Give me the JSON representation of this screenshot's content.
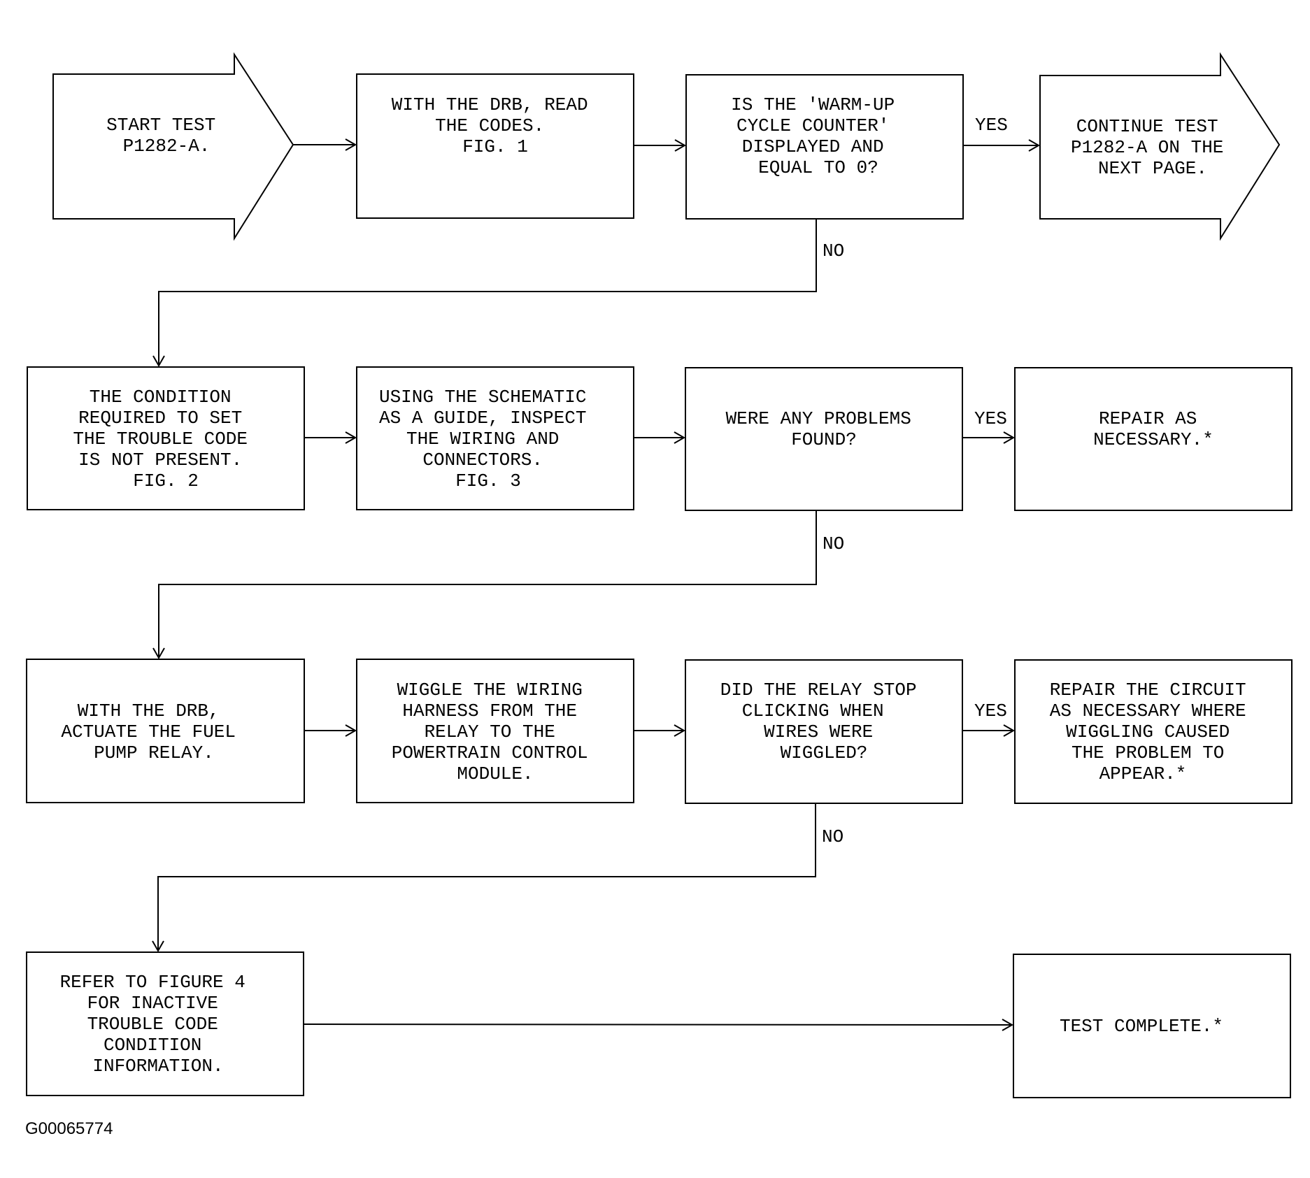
{
  "nodes": {
    "start": [
      "START TEST",
      "P1282-A."
    ],
    "read_codes": [
      "WITH THE DRB, READ",
      "THE CODES.",
      "",
      "FIG. 1"
    ],
    "warmup_q": [
      "IS THE 'WARM-UP",
      "CYCLE COUNTER'",
      "DISPLAYED AND",
      "EQUAL TO 0?"
    ],
    "continue": [
      "CONTINUE TEST",
      "P1282-A ON THE",
      "NEXT PAGE."
    ],
    "condition": [
      "THE CONDITION",
      "REQUIRED TO SET",
      "THE TROUBLE CODE",
      "IS NOT PRESENT.",
      "FIG. 2"
    ],
    "inspect": [
      "USING THE SCHEMATIC",
      "AS A GUIDE, INSPECT",
      "THE WIRING AND",
      "CONNECTORS.",
      "FIG. 3"
    ],
    "problems_q": [
      "WERE ANY PROBLEMS",
      "FOUND?"
    ],
    "repair1": [
      "REPAIR AS",
      "NECESSARY.*"
    ],
    "actuate": [
      "WITH THE DRB,",
      "ACTUATE THE FUEL",
      "PUMP RELAY."
    ],
    "wiggle": [
      "WIGGLE THE WIRING",
      "HARNESS FROM THE",
      "RELAY TO THE",
      "POWERTRAIN CONTROL",
      "MODULE."
    ],
    "relay_q": [
      "DID THE RELAY STOP",
      "CLICKING WHEN",
      "WIRES WERE",
      "WIGGLED?"
    ],
    "repair2": [
      "REPAIR THE CIRCUIT",
      "AS NECESSARY WHERE",
      "WIGGLING CAUSED",
      "THE PROBLEM TO",
      "APPEAR.*"
    ],
    "refer": [
      "REFER TO FIGURE 4",
      "FOR INACTIVE",
      "TROUBLE CODE",
      "CONDITION",
      "INFORMATION."
    ],
    "complete": [
      "TEST COMPLETE.*"
    ]
  },
  "labels": {
    "yes": "YES",
    "no": "NO"
  },
  "figure_id": "G00065774"
}
